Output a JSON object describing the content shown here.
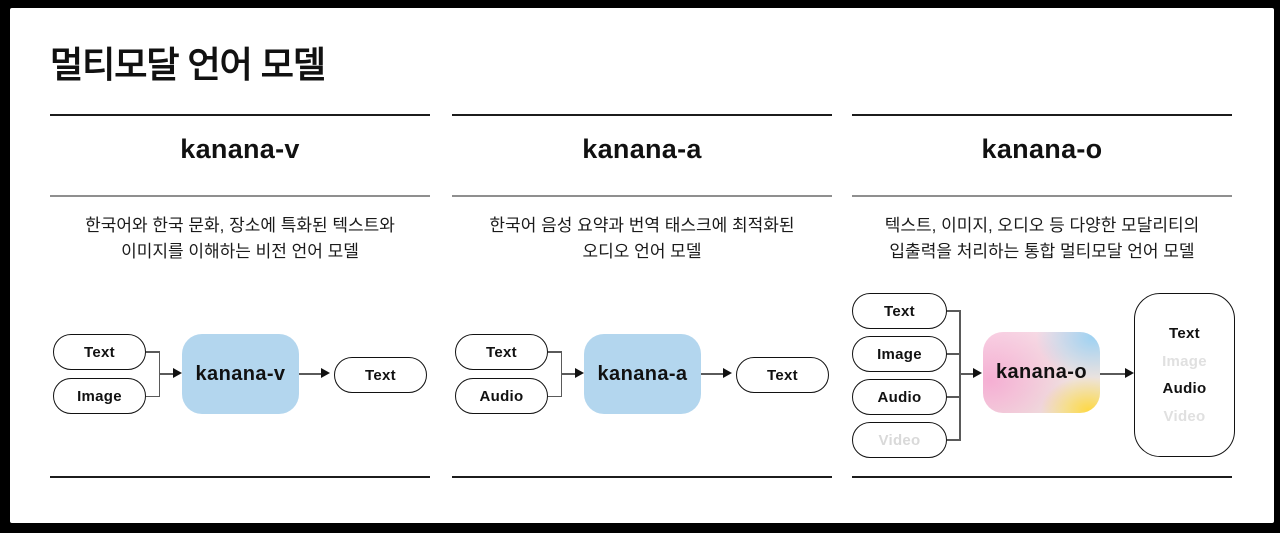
{
  "page": {
    "title": "멀티모달 언어 모델"
  },
  "colors": {
    "frame_background": "#000000",
    "canvas_background": "#ffffff",
    "accent_blue": "#b3d6ee",
    "gradient_pink": "#f5acd2",
    "gradient_blue": "#99d1f3",
    "gradient_yellow": "#ffd840",
    "dimmed_text": "#d9d9d9",
    "rule_dark": "#1c1c1c",
    "rule_gray": "#8f8f8f"
  },
  "columns": [
    {
      "name": "kanana-v",
      "description_lines": [
        "한국어와 한국 문화, 장소에 특화된 텍스트와",
        "이미지를 이해하는 비전 언어 모델"
      ],
      "diagram": {
        "inputs": [
          {
            "label": "Text",
            "dimmed": false
          },
          {
            "label": "Image",
            "dimmed": false
          }
        ],
        "model": {
          "label": "kanana-v",
          "style": "blue"
        },
        "outputs": [
          {
            "label": "Text",
            "dimmed": false
          }
        ]
      }
    },
    {
      "name": "kanana-a",
      "description_lines": [
        "한국어 음성 요약과 번역 태스크에 최적화된",
        "오디오 언어 모델"
      ],
      "diagram": {
        "inputs": [
          {
            "label": "Text",
            "dimmed": false
          },
          {
            "label": "Audio",
            "dimmed": false
          }
        ],
        "model": {
          "label": "kanana-a",
          "style": "blue"
        },
        "outputs": [
          {
            "label": "Text",
            "dimmed": false
          }
        ]
      }
    },
    {
      "name": "kanana-o",
      "description_lines": [
        "텍스트, 이미지, 오디오 등 다양한 모달리티의",
        "입출력을 처리하는 통합 멀티모달 언어 모델"
      ],
      "diagram": {
        "inputs": [
          {
            "label": "Text",
            "dimmed": false
          },
          {
            "label": "Image",
            "dimmed": false
          },
          {
            "label": "Audio",
            "dimmed": false
          },
          {
            "label": "Video",
            "dimmed": true
          }
        ],
        "model": {
          "label": "kanana-o",
          "style": "gradient"
        },
        "outputs": [
          {
            "label": "Text",
            "dimmed": false
          },
          {
            "label": "Image",
            "dimmed": true
          },
          {
            "label": "Audio",
            "dimmed": false
          },
          {
            "label": "Video",
            "dimmed": true
          }
        ]
      }
    }
  ]
}
